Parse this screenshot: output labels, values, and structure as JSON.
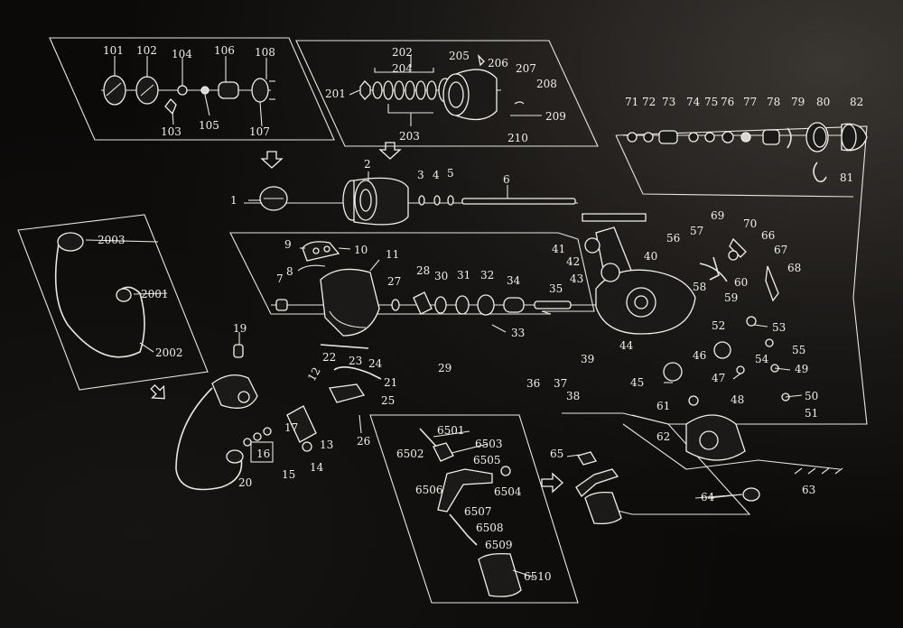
{
  "diagram": {
    "line_color": "#e8e6e0",
    "background_color": "#0b0a09",
    "labels": {
      "l101": "101",
      "l102": "102",
      "l103": "103",
      "l104": "104",
      "l105": "105",
      "l106": "106",
      "l107": "107",
      "l108": "108",
      "l201": "201",
      "l202": "202",
      "l203": "203",
      "l204": "204",
      "l205": "205",
      "l206": "206",
      "l207": "207",
      "l208": "208",
      "l209": "209",
      "l210": "210",
      "l1": "1",
      "l2": "2",
      "l3": "3",
      "l4": "4",
      "l5": "5",
      "l6": "6",
      "l7": "7",
      "l8": "8",
      "l9": "9",
      "l10": "10",
      "l11": "11",
      "l12": "12",
      "l13": "13",
      "l14": "14",
      "l15": "15",
      "l16": "16",
      "l17": "17",
      "l19": "19",
      "l20": "20",
      "l21": "21",
      "l22": "22",
      "l23": "23",
      "l24": "24",
      "l25": "25",
      "l26": "26",
      "l27": "27",
      "l28": "28",
      "l29": "29",
      "l30": "30",
      "l31": "31",
      "l32": "32",
      "l33": "33",
      "l34": "34",
      "l35": "35",
      "l36": "36",
      "l37": "37",
      "l38": "38",
      "l39": "39",
      "l40": "40",
      "l41": "41",
      "l42": "42",
      "l43": "43",
      "l44": "44",
      "l45": "45",
      "l46": "46",
      "l47": "47",
      "l48": "48",
      "l49": "49",
      "l50": "50",
      "l51": "51",
      "l52": "52",
      "l53": "53",
      "l54": "54",
      "l55": "55",
      "l56": "56",
      "l57": "57",
      "l58": "58",
      "l59": "59",
      "l60": "60",
      "l61": "61",
      "l62": "62",
      "l63": "63",
      "l64": "64",
      "l65": "65",
      "l66": "66",
      "l67": "67",
      "l68": "68",
      "l69": "69",
      "l70": "70",
      "l71": "71",
      "l72": "72",
      "l73": "73",
      "l74": "74",
      "l75": "75",
      "l76": "76",
      "l77": "77",
      "l78": "78",
      "l79": "79",
      "l80": "80",
      "l81": "81",
      "l82": "82",
      "l2001": "2001",
      "l2002": "2002",
      "l2003": "2003",
      "l6501": "6501",
      "l6502": "6502",
      "l6503": "6503",
      "l6504": "6504",
      "l6505": "6505",
      "l6506": "6506",
      "l6507": "6507",
      "l6508": "6508",
      "l6509": "6509",
      "l6510": "6510"
    }
  }
}
